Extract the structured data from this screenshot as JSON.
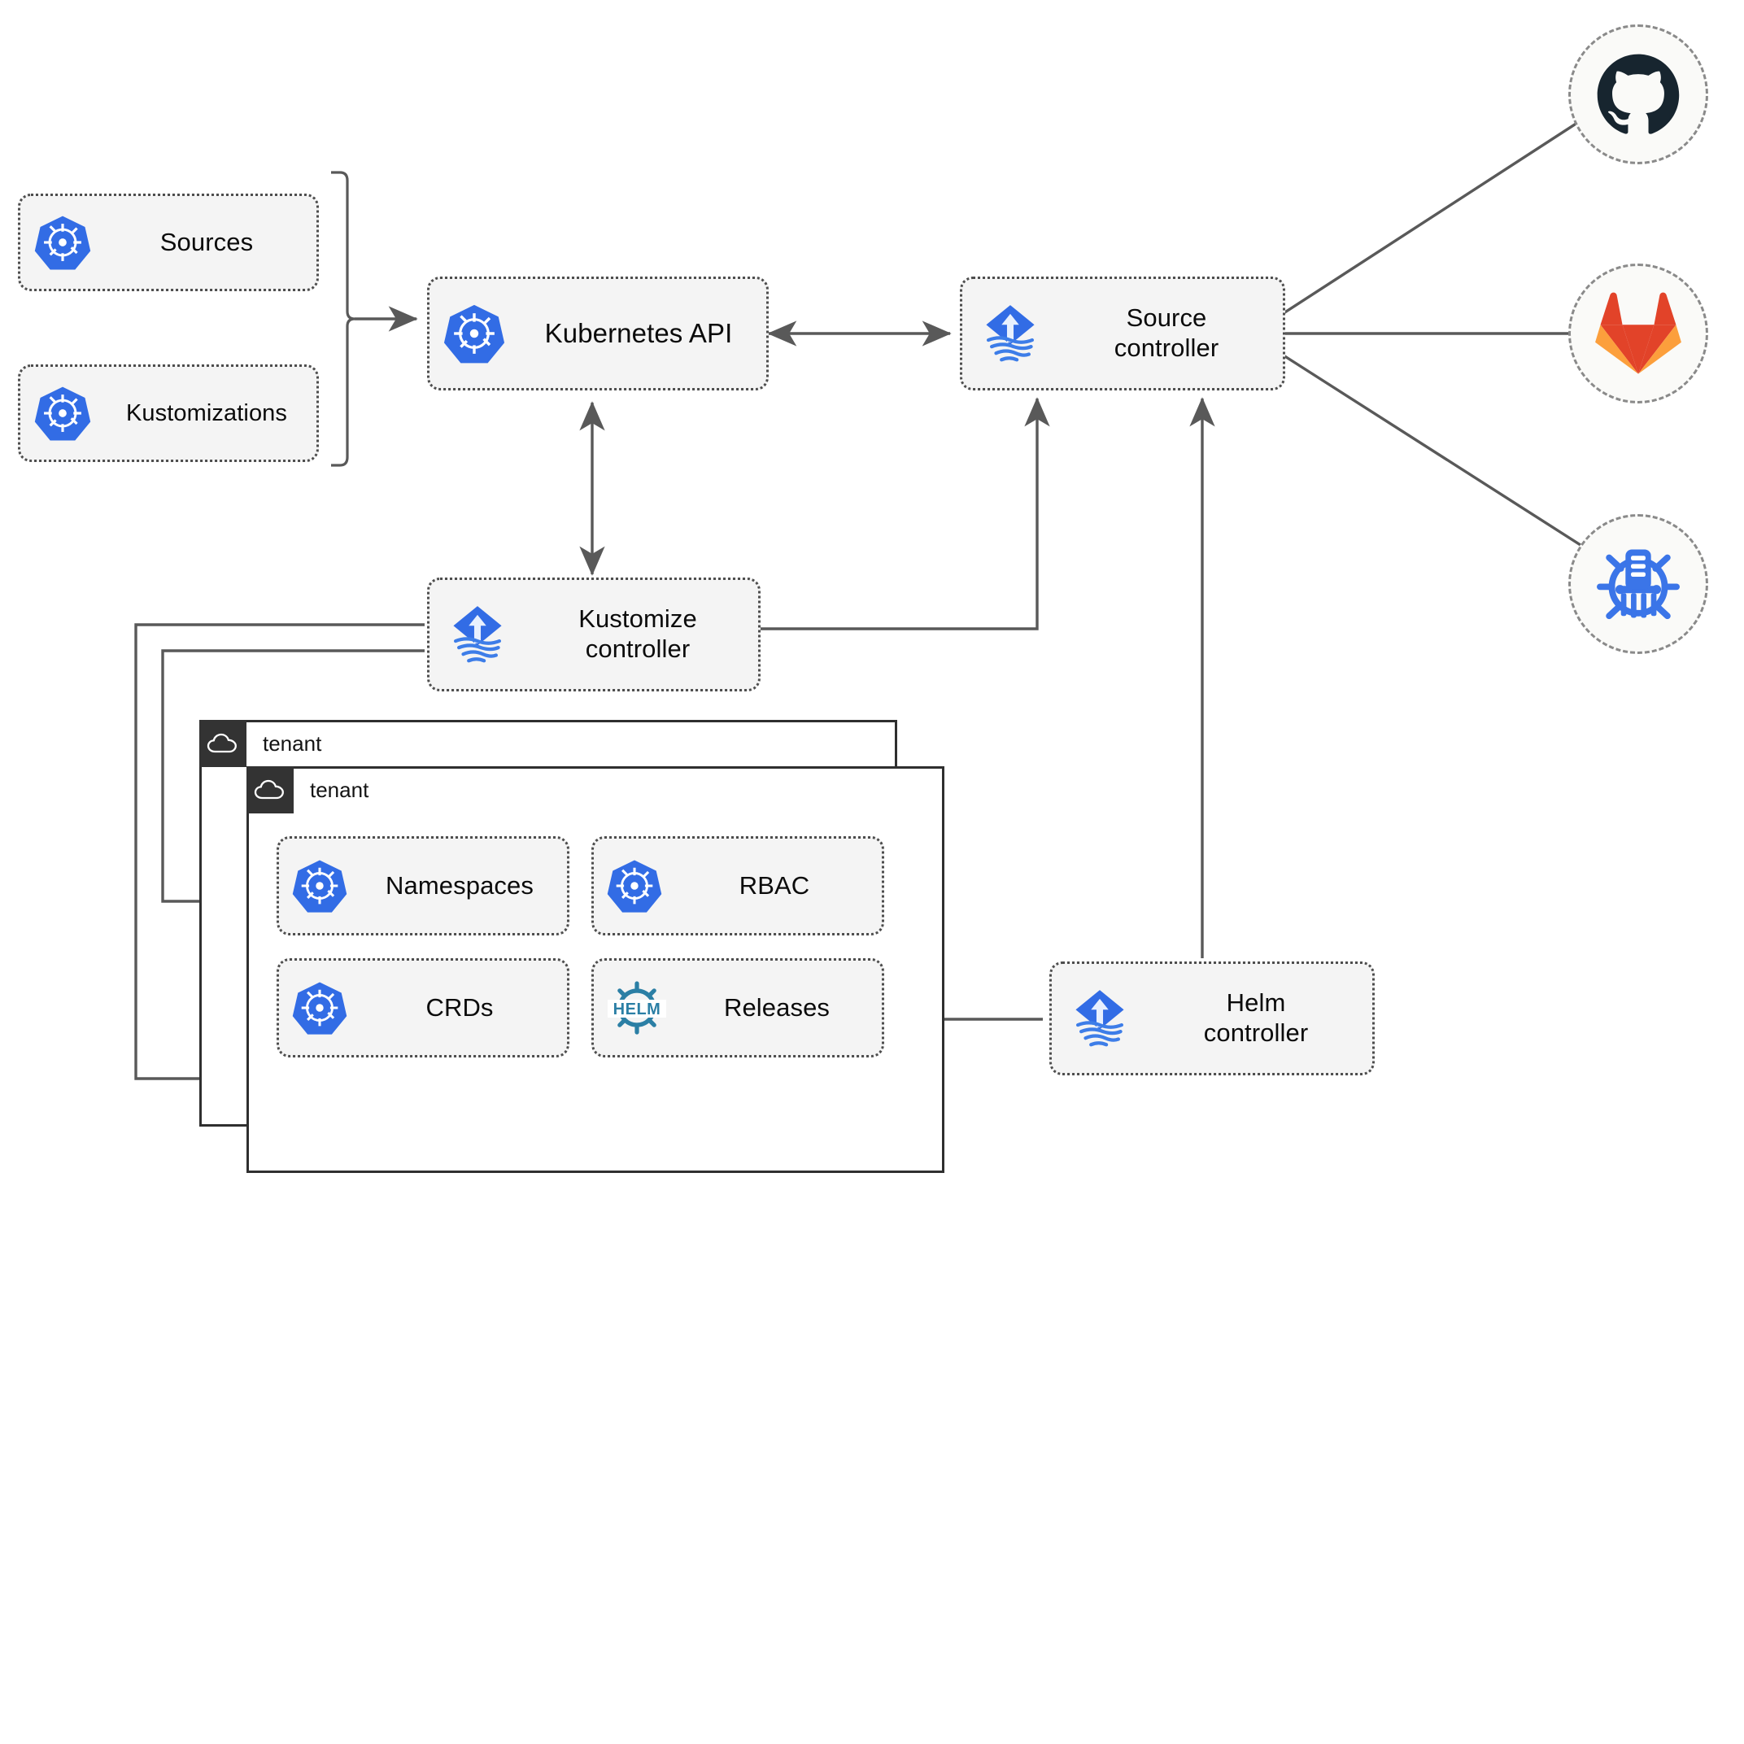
{
  "diagram": {
    "title": "Flux GitOps toolkit architecture",
    "colors": {
      "node_fill": "#f4f4f4",
      "node_border": "#4d4d4d",
      "wire": "#595959",
      "tenant_border": "#2f2f2f",
      "tenant_bar": "#333333",
      "kubernetes_blue": "#326ce5",
      "flux_blue": "#326ce5",
      "helm_teal": "#277a9f",
      "github_dark": "#17252f",
      "gitlab_orange": "#e24329",
      "gitlab_amber": "#fc9f3c",
      "repo_fill": "#fafaf8",
      "repo_border": "#8a8a8a"
    }
  },
  "resources": [
    {
      "id": "sources",
      "label": "Sources",
      "icon": "kubernetes-icon"
    },
    {
      "id": "kustomizations",
      "label": "Kustomizations",
      "icon": "kubernetes-icon"
    }
  ],
  "controllers": [
    {
      "id": "kubernetes-api",
      "label": "Kubernetes API",
      "icon": "kubernetes-icon"
    },
    {
      "id": "source-controller",
      "label": "Source\ncontroller",
      "icon": "flux-icon"
    },
    {
      "id": "kustomize-controller",
      "label": "Kustomize\ncontroller",
      "icon": "flux-icon"
    },
    {
      "id": "helm-controller",
      "label": "Helm\ncontroller",
      "icon": "flux-icon"
    }
  ],
  "repositories": [
    {
      "id": "github",
      "label": "github-icon",
      "icon": "github-icon"
    },
    {
      "id": "gitlab",
      "label": "gitlab-icon",
      "icon": "gitlab-icon"
    },
    {
      "id": "helm-repo",
      "label": "helm-chart-repository-icon",
      "icon": "helm-repo-icon"
    }
  ],
  "tenants": [
    {
      "id": "tenant-outer",
      "label": "tenant",
      "icon": "cloud-icon"
    },
    {
      "id": "tenant-inner",
      "label": "tenant",
      "icon": "cloud-icon"
    }
  ],
  "tenant_resources": [
    {
      "id": "namespaces",
      "label": "Namespaces",
      "icon": "kubernetes-icon"
    },
    {
      "id": "rbac",
      "label": "RBAC",
      "icon": "kubernetes-icon"
    },
    {
      "id": "crds",
      "label": "CRDs",
      "icon": "kubernetes-icon"
    },
    {
      "id": "releases",
      "label": "Releases",
      "icon": "helm-icon"
    }
  ]
}
